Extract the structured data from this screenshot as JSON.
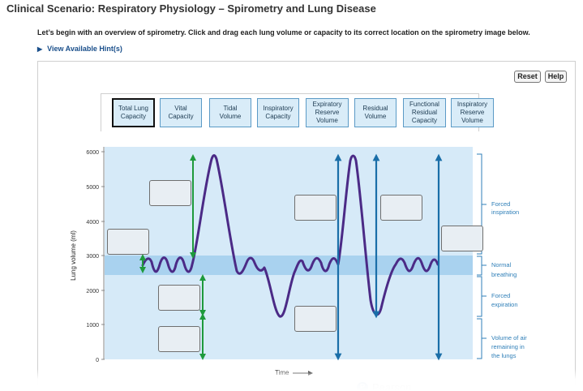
{
  "page": {
    "title": "Clinical Scenario: Respiratory Physiology – Spirometry and Lung Disease",
    "instructions": "Let’s begin with an overview of spirometry. Click and drag each lung volume or capacity to its correct location on the spirometry image below.",
    "hint_link": "View Available Hint(s)"
  },
  "toolbar": {
    "reset_label": "Reset",
    "help_label": "Help"
  },
  "chips": [
    {
      "line1": "Total Lung",
      "line2": "Capacity",
      "line3": "",
      "selected": true
    },
    {
      "line1": "Vital",
      "line2": "Capacity",
      "line3": "",
      "selected": false
    },
    {
      "line1": "Tidal",
      "line2": "Volume",
      "line3": "",
      "selected": false
    },
    {
      "line1": "Inspiratory",
      "line2": "Capacity",
      "line3": "",
      "selected": false
    },
    {
      "line1": "Expiratory",
      "line2": "Reserve",
      "line3": "Volume",
      "selected": false
    },
    {
      "line1": "Residual",
      "line2": "Volume",
      "line3": "",
      "selected": false
    },
    {
      "line1": "Functional",
      "line2": "Residual",
      "line3": "Capacity",
      "selected": false
    },
    {
      "line1": "Inspiratory",
      "line2": "Reserve",
      "line3": "Volume",
      "selected": false
    }
  ],
  "chart_data": {
    "type": "line",
    "ylabel": "Lung volume (ml)",
    "xlabel": "Time",
    "ylim": [
      0,
      6000
    ],
    "yticks": [
      "6000",
      "5000",
      "4000",
      "3000",
      "2000",
      "1000",
      "0"
    ],
    "normal_breathing_band": [
      2500,
      3000
    ],
    "bracket_labels": {
      "forced_inspiration": [
        "Forced",
        "inspiration"
      ],
      "normal_breathing": [
        "Normal",
        "breathing"
      ],
      "forced_expiration": [
        "Forced",
        "expiration"
      ],
      "residual_air": [
        "Volume of air",
        "remaining in",
        "the lungs"
      ]
    },
    "colors": {
      "trace": "#4b2a86",
      "background": "#d6eaf8",
      "band": "#a9d2ef",
      "green_arrow": "#1e9a3c",
      "blue_arrow": "#1a6ea8",
      "bracket": "#2f7fb8"
    }
  },
  "brand": {
    "name": "Pearson",
    "logo_letter": "P"
  }
}
